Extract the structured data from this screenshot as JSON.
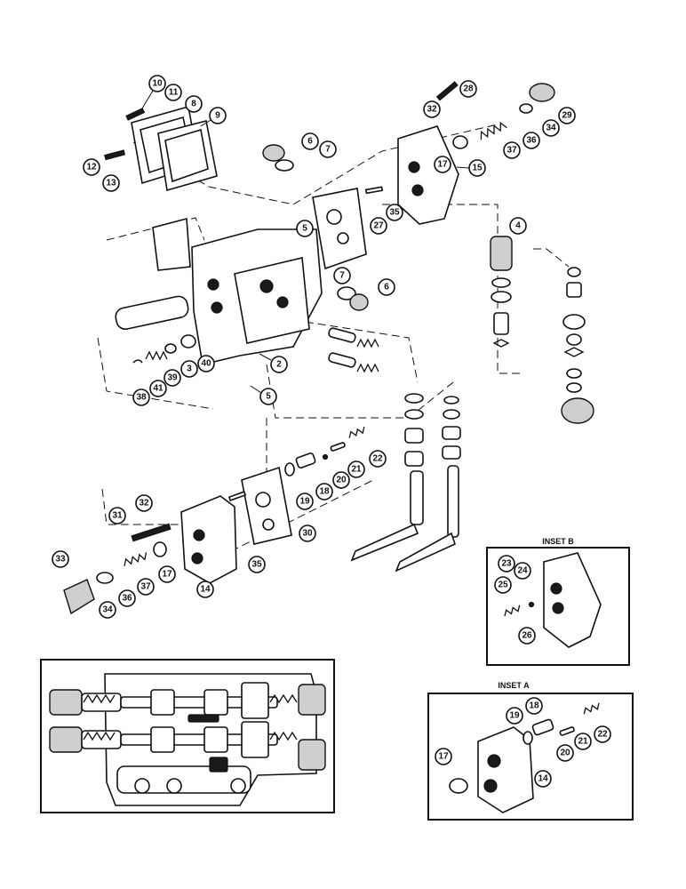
{
  "inset_b": {
    "title": "INSET B",
    "callouts": [
      "23",
      "24",
      "25",
      "26"
    ]
  },
  "inset_a": {
    "title": "INSET A",
    "callouts": [
      "17",
      "14",
      "19",
      "18",
      "20",
      "21",
      "22"
    ]
  },
  "main_callouts": [
    "10",
    "11",
    "8",
    "9",
    "12",
    "13",
    "6",
    "7",
    "32",
    "28",
    "17",
    "15",
    "37",
    "36",
    "34",
    "29",
    "35",
    "27",
    "5",
    "4",
    "7",
    "6",
    "2",
    "3",
    "40",
    "39",
    "41",
    "38",
    "5",
    "22",
    "21",
    "20",
    "18",
    "19",
    "30",
    "32",
    "31",
    "33",
    "34",
    "36",
    "37",
    "17",
    "14",
    "35"
  ]
}
